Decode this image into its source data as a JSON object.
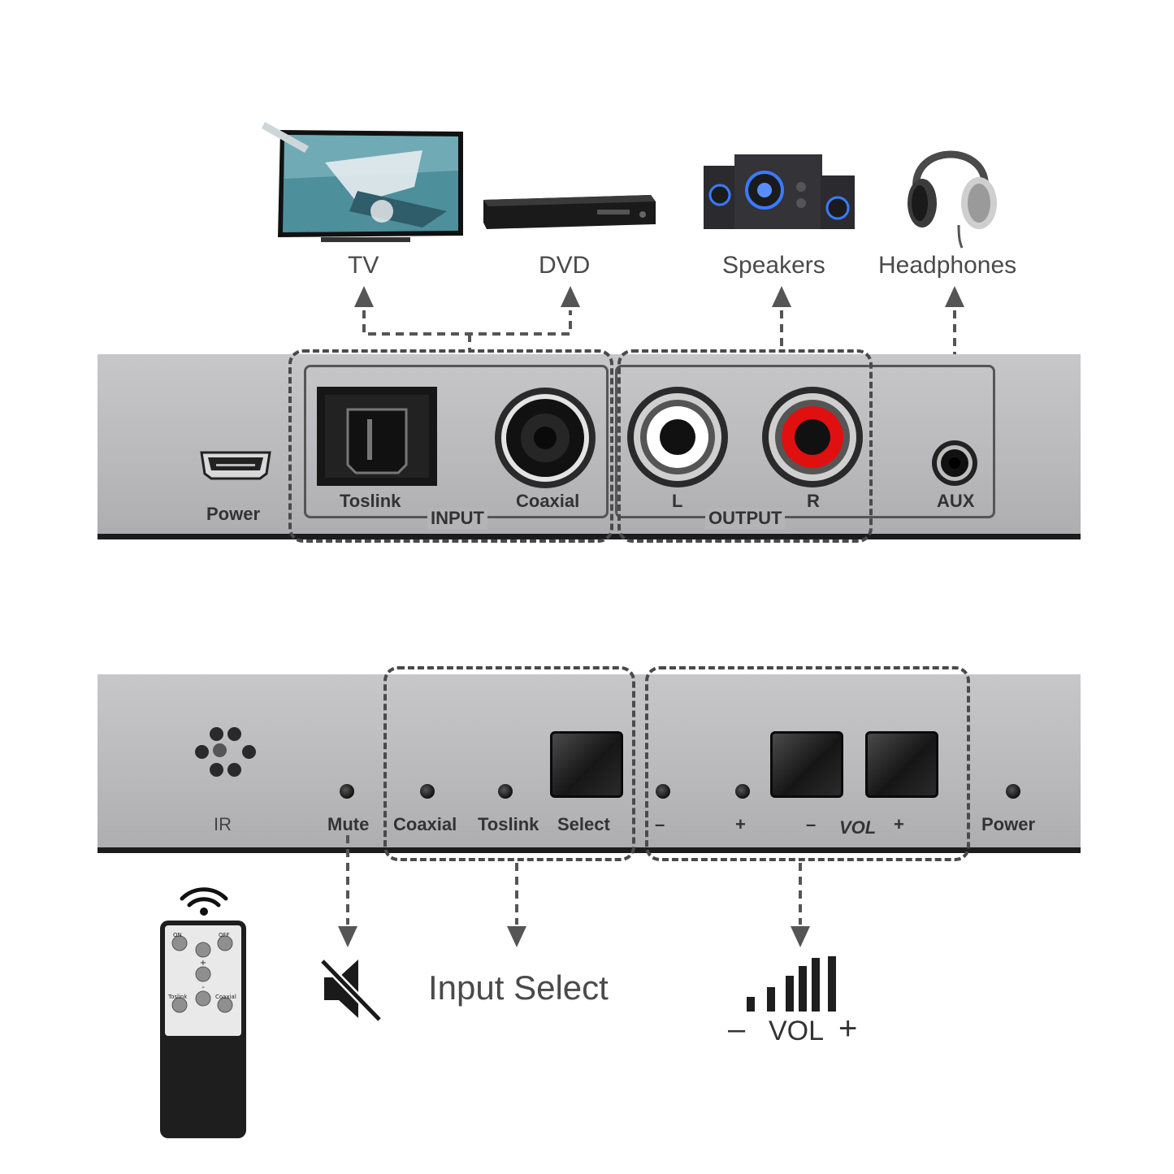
{
  "devices": {
    "tv": "TV",
    "dvd": "DVD",
    "speakers": "Speakers",
    "headphones": "Headphones"
  },
  "back_panel": {
    "power": "Power",
    "toslink": "Toslink",
    "coaxial": "Coaxial",
    "input": "INPUT",
    "left": "L",
    "right": "R",
    "output": "OUTPUT",
    "aux": "AUX"
  },
  "front_panel": {
    "ir": "IR",
    "mute": "Mute",
    "coaxial": "Coaxial",
    "toslink": "Toslink",
    "select": "Select",
    "minus": "–",
    "plus": "+",
    "vol_minus": "–",
    "vol": "VOL",
    "vol_plus": "+",
    "power": "Power"
  },
  "remote": {
    "on": "ON",
    "off": "OFF",
    "toslink": "Toslink",
    "coaxial": "Coaxial"
  },
  "captions": {
    "input_select": "Input Select",
    "vol_minus": "–",
    "vol": "VOL",
    "vol_plus": "+"
  },
  "colors": {
    "panel": "#bdbdc0",
    "rca_left": "#ffffff",
    "rca_right": "#e01010",
    "speaker_glow": "#3a7bff"
  }
}
